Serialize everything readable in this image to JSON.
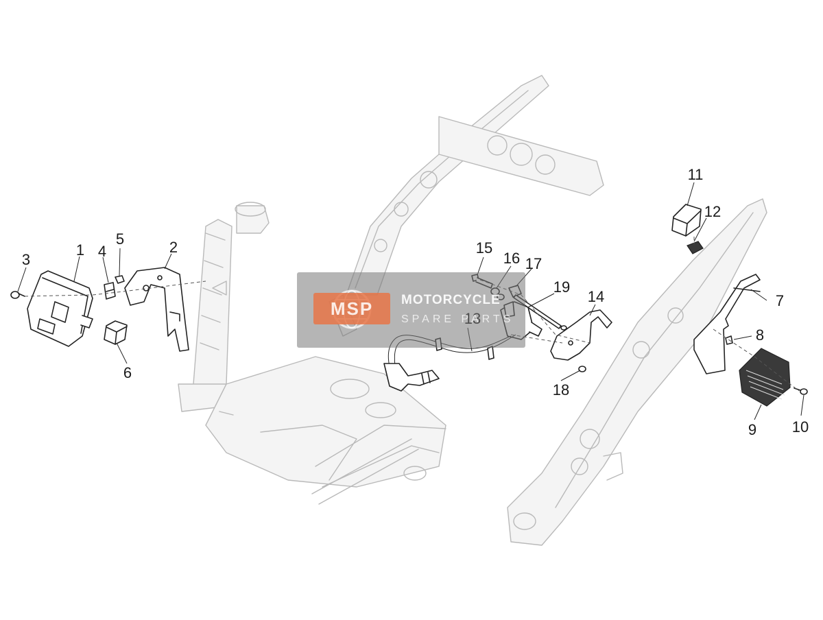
{
  "diagram": {
    "part_numbers": [
      "1",
      "2",
      "3",
      "4",
      "5",
      "6",
      "7",
      "8",
      "9",
      "10",
      "11",
      "12",
      "13",
      "14",
      "15",
      "16",
      "17",
      "18",
      "19"
    ]
  },
  "watermark": {
    "badge": "MSP",
    "title": "MOTORCYCLE",
    "subtitle": "SPARE PARTS"
  },
  "colors": {
    "line": "#222222",
    "frame_ghost": "#b9b9b9",
    "watermark_bg": "#787878",
    "watermark_accent": "#e87648"
  }
}
